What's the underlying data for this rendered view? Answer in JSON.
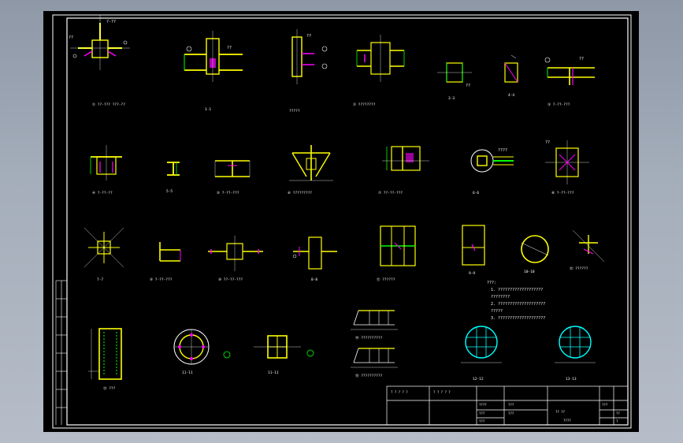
{
  "colors": {
    "background": "#000000",
    "frame": "#ffffff",
    "steel": "#ffff00",
    "weld": "#ff00ff",
    "marker": "#00ff00",
    "dim": "#ffffff",
    "hatch": "#00ffff",
    "note": "#ff0000"
  },
  "details": [
    {
      "id": "d1",
      "caption": "① ??-??? ???-??",
      "num": "1"
    },
    {
      "id": "d2",
      "caption": "1-1",
      "num": ""
    },
    {
      "id": "d3",
      "caption": "?????",
      "num": ""
    },
    {
      "id": "d4",
      "caption": "② ????????",
      "num": "2"
    },
    {
      "id": "d5",
      "caption": "3-3",
      "num": ""
    },
    {
      "id": "d6",
      "caption": "4-4",
      "num": ""
    },
    {
      "id": "d7",
      "caption": "③ ?-??-???",
      "num": "3"
    },
    {
      "id": "d8",
      "caption": "④ ?-??-??",
      "num": "4"
    },
    {
      "id": "d9",
      "caption": "5-5",
      "num": ""
    },
    {
      "id": "d10",
      "caption": "⑤ ?-??-???",
      "num": "5"
    },
    {
      "id": "d11",
      "caption": "⑥ ?????????",
      "num": "6"
    },
    {
      "id": "d12",
      "caption": "⑦ ??-??-???",
      "num": "7"
    },
    {
      "id": "d13",
      "caption": "6-6",
      "num": ""
    },
    {
      "id": "d14",
      "caption": "⑧ ?-??-???",
      "num": "8"
    },
    {
      "id": "d15",
      "caption": "7-7",
      "num": ""
    },
    {
      "id": "d16",
      "caption": "⑨ ?-??-???",
      "num": "9"
    },
    {
      "id": "d17",
      "caption": "⑩ ??-??-???",
      "num": "10"
    },
    {
      "id": "d18",
      "caption": "8-8",
      "num": ""
    },
    {
      "id": "d19",
      "caption": "⑪ ??????",
      "num": "11"
    },
    {
      "id": "d20",
      "caption": "9-9",
      "num": ""
    },
    {
      "id": "d21",
      "caption": "10-10",
      "num": ""
    },
    {
      "id": "d22",
      "caption": "⑫ ??????",
      "num": "12"
    },
    {
      "id": "d23",
      "caption": "⑬ ???",
      "num": "13"
    },
    {
      "id": "d24",
      "caption": "11-11",
      "num": ""
    },
    {
      "id": "d25",
      "caption": "11-11",
      "num": ""
    },
    {
      "id": "d26",
      "caption": "⑭ ??????????",
      "num": "14"
    },
    {
      "id": "d27",
      "caption": "⑮ ??????????",
      "num": "15"
    },
    {
      "id": "d28",
      "caption": "12-12",
      "num": ""
    },
    {
      "id": "d29",
      "caption": "13-13",
      "num": ""
    }
  ],
  "notes": {
    "heading": "???:",
    "lines": [
      "1. ???????????????????",
      "   ????????",
      "2. ????????????????????",
      "   ?????",
      "3. ????????????????????"
    ]
  },
  "title_block": {
    "cells": [
      "? ? ? ? ?",
      "? ? ? ? ?",
      "????",
      "???",
      "???",
      "???",
      "???",
      "???"
    ],
    "drawing_title": "?? ??",
    "drawing_no": "??",
    "sub_title": "????",
    "scale": "?"
  }
}
